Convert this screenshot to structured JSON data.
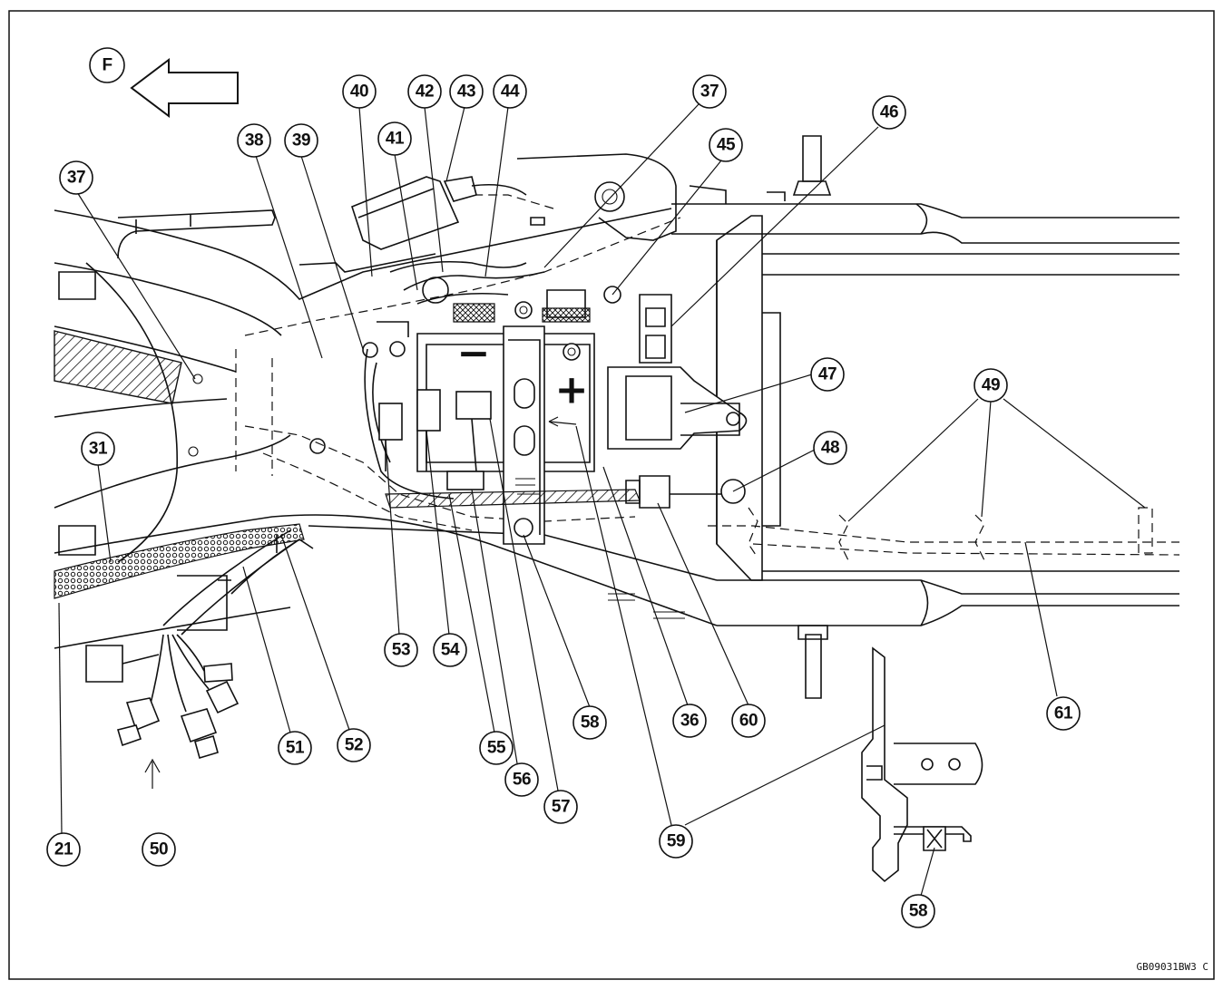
{
  "diagram": {
    "direction_label": "F",
    "terminal_negative": "−",
    "terminal_positive": "+",
    "figure_code": "GB09031BW3 C",
    "callouts": [
      {
        "id": "c37a",
        "label": "37"
      },
      {
        "id": "c38",
        "label": "38"
      },
      {
        "id": "c39",
        "label": "39"
      },
      {
        "id": "c40",
        "label": "40"
      },
      {
        "id": "c41",
        "label": "41"
      },
      {
        "id": "c42",
        "label": "42"
      },
      {
        "id": "c43",
        "label": "43"
      },
      {
        "id": "c44",
        "label": "44"
      },
      {
        "id": "c37b",
        "label": "37"
      },
      {
        "id": "c45",
        "label": "45"
      },
      {
        "id": "c46",
        "label": "46"
      },
      {
        "id": "c47",
        "label": "47"
      },
      {
        "id": "c48",
        "label": "48"
      },
      {
        "id": "c49",
        "label": "49"
      },
      {
        "id": "c31",
        "label": "31"
      },
      {
        "id": "c53",
        "label": "53"
      },
      {
        "id": "c54",
        "label": "54"
      },
      {
        "id": "c58a",
        "label": "58"
      },
      {
        "id": "c36",
        "label": "36"
      },
      {
        "id": "c60",
        "label": "60"
      },
      {
        "id": "c61",
        "label": "61"
      },
      {
        "id": "c51",
        "label": "51"
      },
      {
        "id": "c52",
        "label": "52"
      },
      {
        "id": "c55",
        "label": "55"
      },
      {
        "id": "c56",
        "label": "56"
      },
      {
        "id": "c57",
        "label": "57"
      },
      {
        "id": "c59",
        "label": "59"
      },
      {
        "id": "c21",
        "label": "21"
      },
      {
        "id": "c50",
        "label": "50"
      },
      {
        "id": "c58b",
        "label": "58"
      }
    ]
  }
}
